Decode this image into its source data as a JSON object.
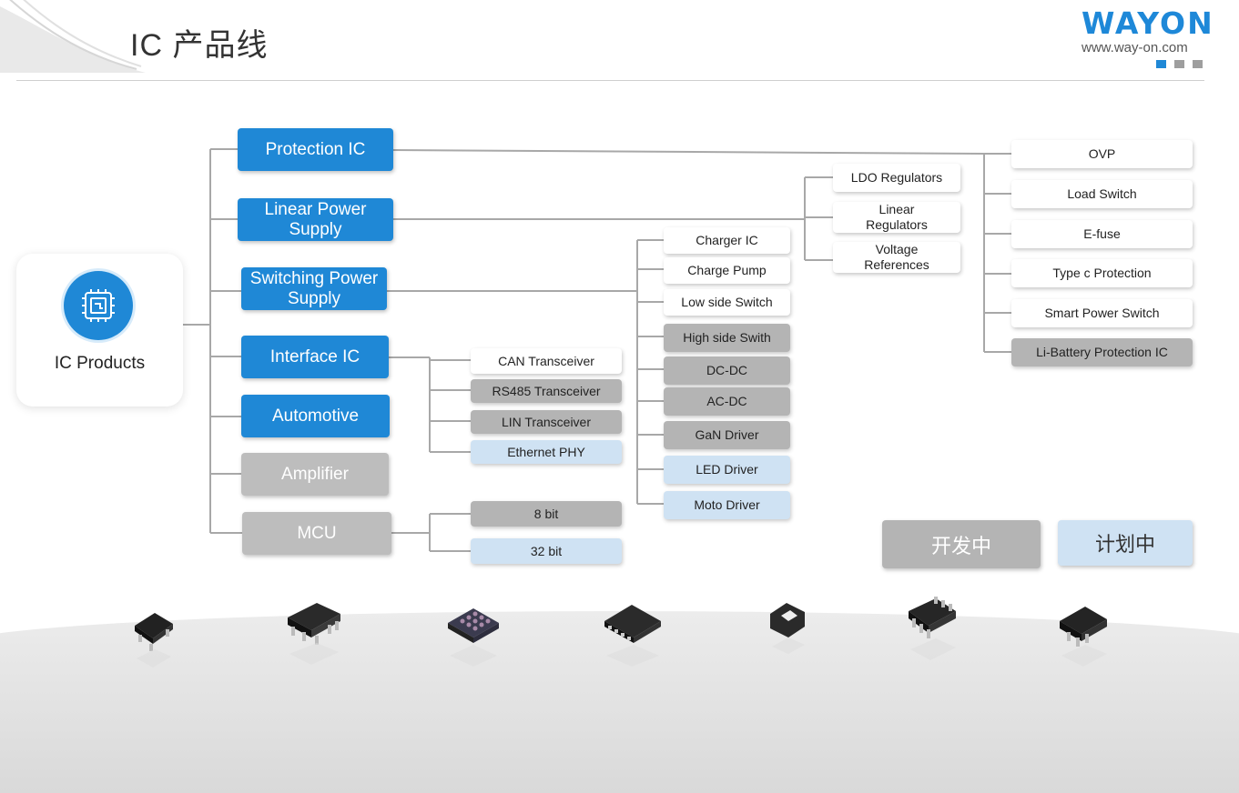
{
  "header": {
    "title": "IC 产品线",
    "logo_text": "WAYON",
    "logo_url": "www.way-on.com"
  },
  "colors": {
    "blue": "#1f88d6",
    "gray": "#bdbdbd",
    "light_blue": "#cfe2f3",
    "line": "#a8a8a8"
  },
  "root": {
    "label": "IC Products",
    "icon": "chip-icon"
  },
  "categories": [
    {
      "label": "Protection IC",
      "status": "released"
    },
    {
      "label": "Linear Power Supply",
      "status": "released"
    },
    {
      "label": "Switching Power Supply",
      "status": "released"
    },
    {
      "label": "Interface IC",
      "status": "released"
    },
    {
      "label": "Automotive",
      "status": "released"
    },
    {
      "label": "Amplifier",
      "status": "developing"
    },
    {
      "label": "MCU",
      "status": "developing"
    }
  ],
  "protection": [
    {
      "label": "OVP",
      "status": "released"
    },
    {
      "label": "Load Switch",
      "status": "released"
    },
    {
      "label": "E-fuse",
      "status": "released"
    },
    {
      "label": "Type c Protection",
      "status": "released"
    },
    {
      "label": "Smart Power Switch",
      "status": "released"
    },
    {
      "label": "Li-Battery Protection IC",
      "status": "developing"
    }
  ],
  "linear": [
    {
      "label": "LDO Regulators",
      "status": "released"
    },
    {
      "label": "Linear Regulators",
      "status": "released"
    },
    {
      "label": "Voltage References",
      "status": "released"
    }
  ],
  "switching": [
    {
      "label": "Charger IC",
      "status": "released"
    },
    {
      "label": "Charge Pump",
      "status": "released"
    },
    {
      "label": "Low side Switch",
      "status": "released"
    },
    {
      "label": "High side Swith",
      "status": "developing"
    },
    {
      "label": "DC-DC",
      "status": "developing"
    },
    {
      "label": "AC-DC",
      "status": "developing"
    },
    {
      "label": "GaN Driver",
      "status": "developing"
    },
    {
      "label": "LED Driver",
      "status": "planned"
    },
    {
      "label": "Moto Driver",
      "status": "planned"
    }
  ],
  "interface": [
    {
      "label": "CAN Transceiver",
      "status": "released"
    },
    {
      "label": "RS485 Transceiver",
      "status": "developing"
    },
    {
      "label": "LIN Transceiver",
      "status": "developing"
    },
    {
      "label": "Ethernet PHY",
      "status": "planned"
    }
  ],
  "mcu": [
    {
      "label": "8 bit",
      "status": "developing"
    },
    {
      "label": "32 bit",
      "status": "planned"
    }
  ],
  "legend": {
    "developing": "开发中",
    "planned": "计划中"
  }
}
